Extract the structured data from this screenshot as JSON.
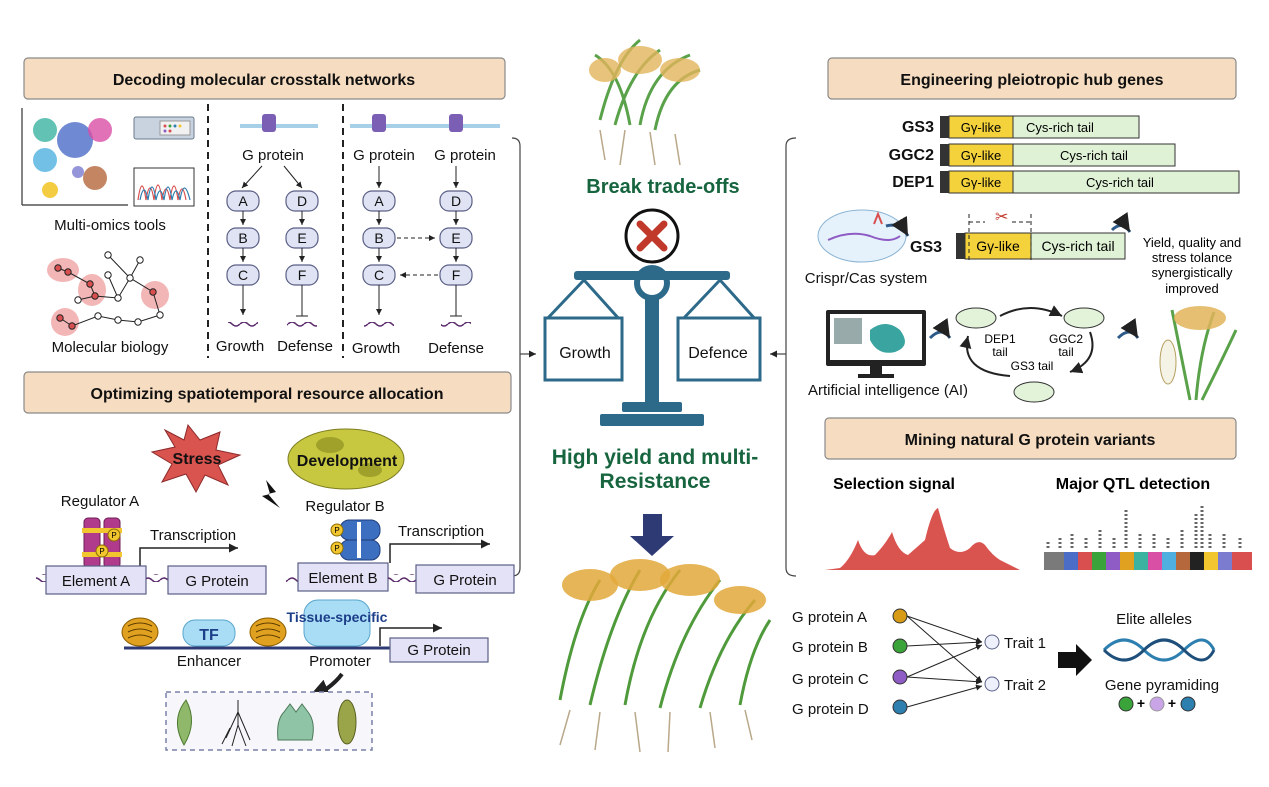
{
  "panels": {
    "decoding": {
      "title": "Decoding molecular crosstalk networks",
      "multiomics": "Multi-omics tools",
      "molbio": "Molecular biology",
      "gprotein": "G protein",
      "nodes_left": [
        "A",
        "B",
        "C"
      ],
      "nodes_right": [
        "D",
        "E",
        "F"
      ],
      "growth": "Growth",
      "defense": "Defense"
    },
    "optimizing": {
      "title": "Optimizing spatiotemporal resource allocation",
      "stress": "Stress",
      "development": "Development",
      "regulator_a": "Regulator A",
      "regulator_b": "Regulator B",
      "phospho": "P",
      "transcription": "Transcription",
      "element_a": "Element A",
      "element_b": "Element B",
      "gprotein": "G Protein",
      "tf": "TF",
      "tissue_specific": "Tissue-specific",
      "enhancer": "Enhancer",
      "promoter": "Promoter"
    },
    "center": {
      "break": "Break trade-offs",
      "growth": "Growth",
      "defence": "Defence",
      "high_yield_1": "High yield and multi-",
      "high_yield_2": "Resistance"
    },
    "engineering": {
      "title": "Engineering pleiotropic hub genes",
      "genes": [
        {
          "name": "GS3",
          "domain": "Gγ-like",
          "tail": "Cys-rich tail"
        },
        {
          "name": "GGC2",
          "domain": "Gγ-like",
          "tail": "Cys-rich tail"
        },
        {
          "name": "DEP1",
          "domain": "Gγ-like",
          "tail": "Cys-rich tail"
        }
      ],
      "crispr": "Crispr/Cas system",
      "edit_gene": "GS3",
      "edit_domain": "Gγ-like",
      "edit_tail": "Cys-rich tail",
      "outcome": [
        "Yield, quality and",
        "stress tolance",
        "synergistically",
        "improved"
      ],
      "ai": "Artificial intelligence (AI)",
      "cycle": [
        "DEP1",
        "tail",
        "GGC2",
        "tail",
        "GS3 tail"
      ]
    },
    "mining": {
      "title": "Mining natural G protein variants",
      "selection": "Selection signal",
      "qtl": "Major QTL detection",
      "proteins": [
        "G protein A",
        "G protein B",
        "G protein C",
        "G protein D"
      ],
      "protein_colors": [
        "#d79b16",
        "#3aa43a",
        "#8e5cc4",
        "#2d7fb0"
      ],
      "traits": [
        "Trait 1",
        "Trait 2"
      ],
      "elite": "Elite alleles",
      "pyramiding": "Gene pyramiding"
    }
  },
  "colors": {
    "header_fill": "#f6dcc0",
    "balance": "#2d6a8a",
    "green_text": "#17653f",
    "gamma_domain": "#f3d23c",
    "tail": "#dff2d6",
    "stress": "#d9534f",
    "arrow": "#2e3a73"
  }
}
